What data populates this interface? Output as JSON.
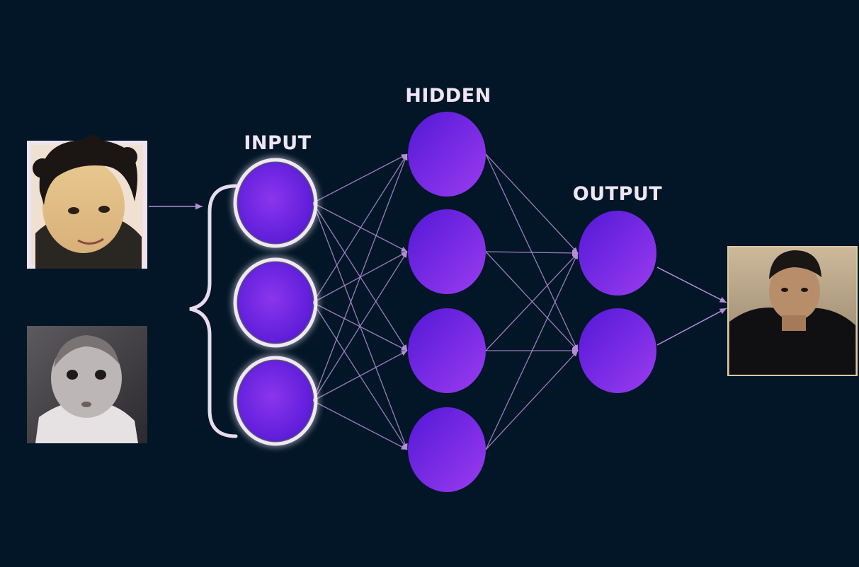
{
  "labels": {
    "input": "INPUT",
    "hidden": "HIDDEN",
    "output": "OUTPUT"
  },
  "layers": [
    {
      "name": "input",
      "nodes": 3
    },
    {
      "name": "hidden",
      "nodes": 4
    },
    {
      "name": "output",
      "nodes": 2
    }
  ],
  "connectivity": "fully-connected",
  "images": [
    {
      "id": "child-photo",
      "role": "input",
      "description": "young boy portrait"
    },
    {
      "id": "baby-photo",
      "role": "input",
      "description": "baby portrait, black and white"
    },
    {
      "id": "adult-photo",
      "role": "output",
      "description": "adult man portrait"
    }
  ],
  "colors": {
    "background": "#021628",
    "node_light": "#9b3cf0",
    "node_dark": "#5318d6",
    "edge": "#b58fd6",
    "label": "#efe6f5",
    "brace": "#e8dcec"
  }
}
